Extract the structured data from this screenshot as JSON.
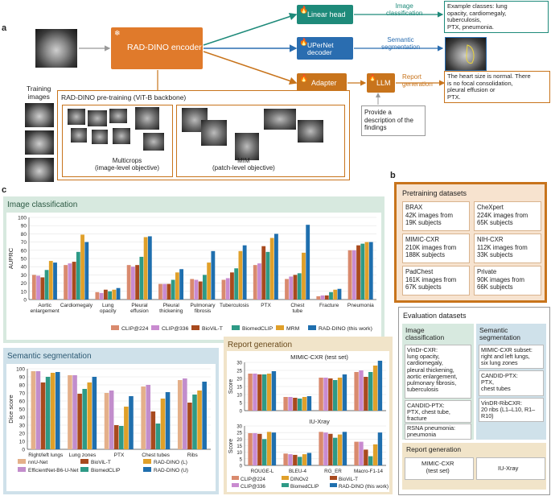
{
  "panel_letters": {
    "a": "a",
    "b": "b",
    "c": "c"
  },
  "panel_a": {
    "encoder_label": "RAD-DINO encoder",
    "training_images_label": "Training\nimages",
    "pretraining_title": "RAD-DINO pre-training (ViT-B backbone)",
    "multicrops_label": "Multicrops\n(image-level objective)",
    "mim_label": "MIM\n(patch-level objective)",
    "heads": [
      {
        "label": "Linear head",
        "task": "Image\nclassification"
      },
      {
        "label": "UPerNet\ndecoder",
        "task": "Semantic\nsegmentation"
      },
      {
        "label": "Adapter",
        "task": ""
      }
    ],
    "llm_label": "LLM",
    "report_generation_label": "Report\ngeneration",
    "prompt_text": "Provide a\ndescription of the\nfindings",
    "classes_text": "Example classes: lung\nopacity, cardiomegaly,\ntuberculosis,\nPTX, pneumonia.",
    "report_text": "The heart size is normal. There\nis no focal consolidation,\npleural effusion or\nPTX."
  },
  "panel_b": {
    "pretraining_title": "Pretraining datasets",
    "pretraining_datasets": [
      {
        "name": "BRAX",
        "detail": "42K images from\n19K subjects"
      },
      {
        "name": "CheXpert",
        "detail": "224K images from\n65K subjects"
      },
      {
        "name": "MIMIC-CXR",
        "detail": "210K images from\n188K subjects"
      },
      {
        "name": "NIH-CXR",
        "detail": "112K images from\n33K subjects"
      },
      {
        "name": "PadChest",
        "detail": "161K images from\n67K subjects"
      },
      {
        "name": "Private",
        "detail": "90K images from\n66K subjects"
      }
    ],
    "evaluation_title": "Evaluation datasets",
    "image_classification_title": "Image\nclassification",
    "image_classification_items": [
      "VinDr-CXR:\nlung opacity,\ncardiomegaly,\npleural thickening,\naortic enlargement,\npulmonary fibrosis,\ntuberculosis",
      "CANDID-PTX:\nPTX, chest tube,\nfracture",
      "RSNA pneumonia:\npneumonia"
    ],
    "semantic_segmentation_title": "Semantic\nsegmentation",
    "semantic_segmentation_items": [
      "MIMIC-CXR subset:\nright and left lungs,\nsix lung zones",
      "CANDID-PTX:\nPTX,\nchest tubes",
      "VinDR-RibCXR:\n20 ribs (L1–L10, R1–\nR10)"
    ],
    "report_generation_title": "Report generation",
    "report_generation_items": [
      "MIMIC-CXR\n(test set)",
      "IU-Xray"
    ]
  },
  "colors": {
    "CLIP@224": "#d98a6e",
    "CLIP@336": "#c98bd0",
    "BioViL-T": "#a84a1e",
    "BiomedCLIP": "#2e9a86",
    "MRM": "#e0a02a",
    "RAD-DINO": "#1f6fae",
    "nnU-Net": "#e4b08a",
    "EfficientNet": "#c28dcc",
    "RAD-DINO (L)": "#e0a02a",
    "RAD-DINO (U)": "#1f6fae",
    "DINOv2": "#e0a02a",
    "teal": "#1e8a7a",
    "orange": "#c8741c",
    "blue": "#2a6db0",
    "header_green": "#d7e9df",
    "header_blue": "#cfe1ea",
    "header_beige": "#f1e4c9"
  },
  "chart_data": [
    {
      "type": "bar",
      "title": "Image classification",
      "ylabel": "AUPRC",
      "ylim": [
        0,
        100
      ],
      "yticks": [
        0,
        10,
        20,
        30,
        40,
        50,
        60,
        70,
        80,
        90,
        100
      ],
      "categories": [
        "Aortic\nenlargement",
        "Cardiomegaly",
        "Lung\nopacity",
        "Pleural\neffusion",
        "Pleural\nthickening",
        "Pulmonary\nfibrosis",
        "Tuberculosis",
        "PTX",
        "Chest\ntube",
        "Fracture",
        "Pneumonia"
      ],
      "series": [
        {
          "name": "CLIP@224",
          "values": [
            30,
            42,
            9,
            42,
            19,
            25,
            24,
            42,
            25,
            4,
            60
          ]
        },
        {
          "name": "CLIP@336",
          "values": [
            29,
            44,
            8,
            40,
            19,
            24,
            26,
            44,
            28,
            5,
            60
          ]
        },
        {
          "name": "BioViL-T",
          "values": [
            27,
            46,
            12,
            42,
            19,
            22,
            33,
            65,
            30,
            5,
            66
          ]
        },
        {
          "name": "BiomedCLIP",
          "values": [
            36,
            58,
            10,
            52,
            24,
            30,
            38,
            58,
            32,
            9,
            68
          ]
        },
        {
          "name": "MRM",
          "values": [
            47,
            79,
            12,
            76,
            33,
            45,
            59,
            75,
            57,
            12,
            70
          ]
        },
        {
          "name": "RAD-DINO (this work)",
          "values": [
            45,
            70,
            14,
            77,
            37,
            59,
            66,
            80,
            91,
            13,
            70
          ]
        }
      ],
      "legend_position": "bottom"
    },
    {
      "type": "bar",
      "title": "Semantic segmentation",
      "ylabel": "Dice score",
      "ylim": [
        0,
        100
      ],
      "yticks": [
        0,
        10,
        20,
        30,
        40,
        50,
        60,
        70,
        80,
        90,
        100
      ],
      "categories": [
        "Right/left lungs",
        "Lung zones",
        "PTX",
        "Chest tubes",
        "Ribs"
      ],
      "series": [
        {
          "name": "nnU-Net",
          "values": [
            97,
            92,
            70,
            78,
            86
          ]
        },
        {
          "name": "EfficientNet-B6-U-Net",
          "values": [
            97,
            92,
            73,
            80,
            88
          ]
        },
        {
          "name": "BioViL-T",
          "values": [
            83,
            69,
            30,
            47,
            58
          ]
        },
        {
          "name": "BiomedCLIP",
          "values": [
            90,
            75,
            29,
            32,
            68
          ]
        },
        {
          "name": "RAD-DINO (L)",
          "values": [
            95,
            83,
            53,
            63,
            73
          ]
        },
        {
          "name": "RAD-DINO (U)",
          "values": [
            96,
            90,
            66,
            71,
            84
          ]
        }
      ],
      "legend_position": "bottom"
    },
    {
      "type": "bar",
      "title": "MIMIC-CXR (test set)",
      "ylabel": "Score",
      "ylim": [
        0,
        30
      ],
      "yticks": [
        0,
        5,
        10,
        15,
        20,
        25,
        30
      ],
      "categories": [
        "ROUGE-L",
        "BLEU-4",
        "RG_ER",
        "Macro-F1-14"
      ],
      "series": [
        {
          "name": "CLIP@224",
          "values": [
            23,
            8.5,
            20.5,
            24
          ]
        },
        {
          "name": "CLIP@336",
          "values": [
            23,
            8.5,
            20.5,
            25
          ]
        },
        {
          "name": "BioViL-T",
          "values": [
            22.5,
            8,
            20,
            21
          ]
        },
        {
          "name": "BiomedCLIP",
          "values": [
            22.5,
            7.5,
            19,
            24
          ]
        },
        {
          "name": "DINOv2",
          "values": [
            23,
            8.5,
            20.5,
            28
          ]
        },
        {
          "name": "RAD-DINO (this work)",
          "values": [
            24.5,
            9,
            22.5,
            31
          ]
        }
      ]
    },
    {
      "type": "bar",
      "title": "IU-Xray",
      "ylabel": "Score",
      "ylim": [
        0,
        30
      ],
      "yticks": [
        0,
        5,
        10,
        15,
        20,
        25,
        30
      ],
      "categories": [
        "ROUGE-L",
        "BLEU-4",
        "RG_ER",
        "Macro-F1-14"
      ],
      "series": [
        {
          "name": "CLIP@224",
          "values": [
            24.5,
            9,
            25.5,
            18
          ]
        },
        {
          "name": "CLIP@336",
          "values": [
            24.5,
            8.5,
            25,
            18
          ]
        },
        {
          "name": "BioViL-T",
          "values": [
            24,
            8,
            24,
            12
          ]
        },
        {
          "name": "BiomedCLIP",
          "values": [
            20,
            6.5,
            21,
            7
          ]
        },
        {
          "name": "DINOv2",
          "values": [
            25.5,
            8.5,
            23.5,
            16
          ]
        },
        {
          "name": "RAD-DINO (this work)",
          "values": [
            25,
            9.5,
            25.5,
            25
          ]
        }
      ],
      "legend": [
        "CLIP@224",
        "DINOv2",
        "BioViL-T",
        "CLIP@336",
        "BiomedCLIP",
        "RAD-DINO (this work)"
      ],
      "legend_position": "bottom"
    }
  ]
}
